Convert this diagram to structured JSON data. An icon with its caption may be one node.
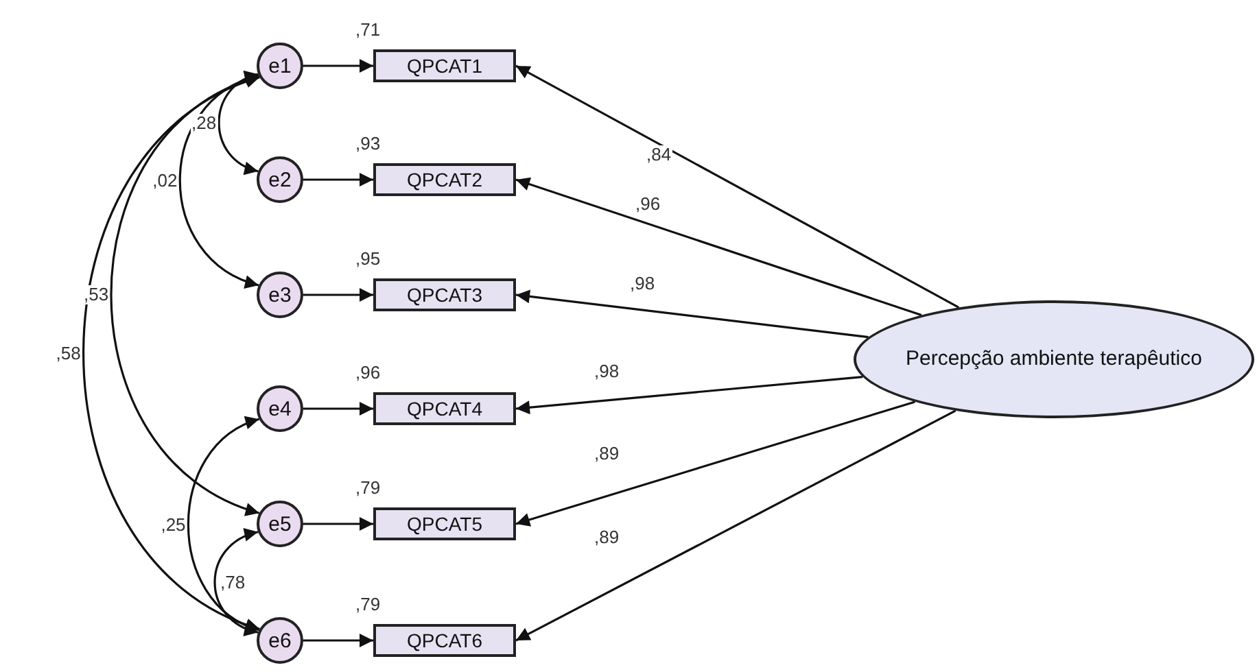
{
  "diagram": {
    "nodes": [
      {
        "text": [
          "e1"
        ]
      },
      {
        "text": [
          "e2"
        ]
      },
      {
        "text": [
          "e3"
        ]
      },
      {
        "text": [
          "e4"
        ]
      },
      {
        "text": [
          "e5"
        ]
      },
      {
        "text": [
          "e6"
        ]
      },
      {
        "text": [
          "QPCAT1"
        ],
        "beside": [
          ",71"
        ]
      },
      {
        "text": [
          "QPCAT2"
        ],
        "beside": [
          ",93"
        ]
      },
      {
        "text": [
          "QPCAT3"
        ],
        "beside": [
          ",95"
        ]
      },
      {
        "text": [
          "QPCAT4"
        ],
        "beside": [
          ",96"
        ]
      },
      {
        "text": [
          "QPCAT5"
        ],
        "beside": [
          ",79"
        ]
      },
      {
        "text": [
          "QPCAT6"
        ],
        "beside": [
          ",79"
        ]
      },
      {
        "text": [
          "Percepção ambiente terapêutico"
        ]
      }
    ],
    "edges": [
      {
        "from": 12,
        "to": 6,
        "arrow": "to",
        "label": ",84"
      },
      {
        "from": 12,
        "to": 7,
        "arrow": "to",
        "label": ",96"
      },
      {
        "from": 12,
        "to": 8,
        "arrow": "to",
        "label": ",98"
      },
      {
        "from": 12,
        "to": 9,
        "arrow": "to",
        "label": ",98"
      },
      {
        "from": 12,
        "to": 10,
        "arrow": "to",
        "label": ",89"
      },
      {
        "from": 12,
        "to": 11,
        "arrow": "to",
        "label": ",89"
      },
      {
        "from": 0,
        "to": 6,
        "arrow": "to"
      },
      {
        "from": 1,
        "to": 7,
        "arrow": "to"
      },
      {
        "from": 2,
        "to": 8,
        "arrow": "to"
      },
      {
        "from": 3,
        "to": 9,
        "arrow": "to"
      },
      {
        "from": 4,
        "to": 10,
        "arrow": "to"
      },
      {
        "from": 5,
        "to": 11,
        "arrow": "to"
      },
      {
        "from": 0,
        "to": 1,
        "arrow": "both",
        "label": ",28"
      },
      {
        "from": 0,
        "to": 2,
        "arrow": "both",
        "label": ",02"
      },
      {
        "from": 0,
        "to": 4,
        "arrow": "both",
        "label": ",53"
      },
      {
        "from": 0,
        "to": 5,
        "arrow": "both",
        "label": ",58"
      },
      {
        "from": 3,
        "to": 5,
        "arrow": "both",
        "label": ",25"
      },
      {
        "from": 4,
        "to": 5,
        "arrow": "both",
        "label": ",78"
      }
    ]
  }
}
